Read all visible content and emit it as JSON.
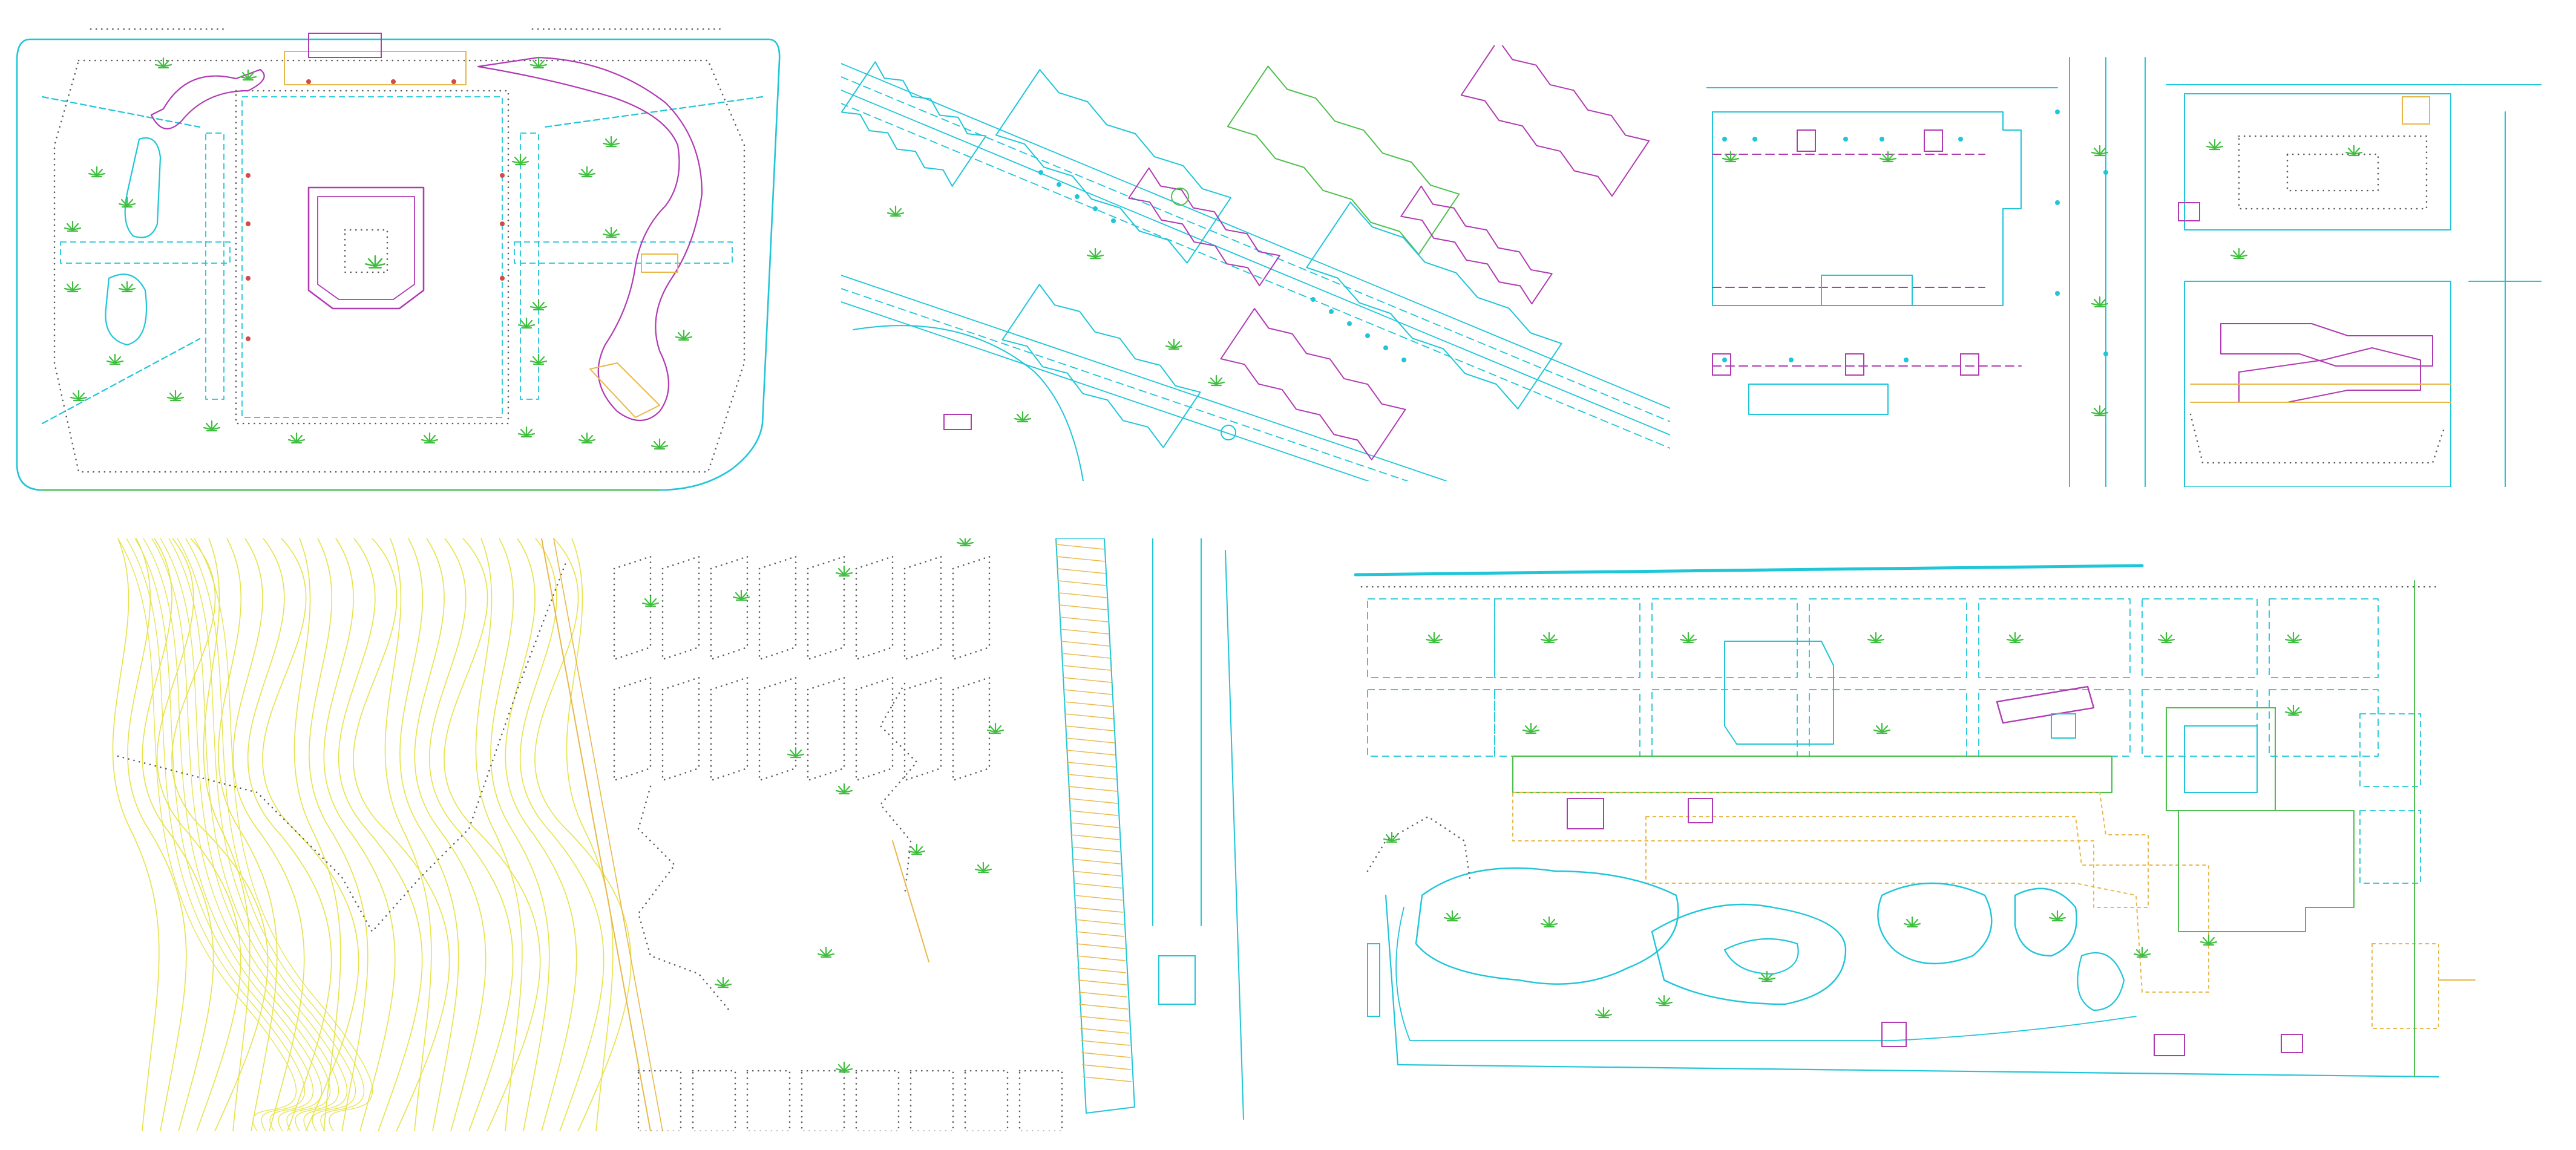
{
  "figure": {
    "panels": [
      {
        "id": "p1",
        "kind": "landscape-site-plan-with-central-pavilion"
      },
      {
        "id": "p2",
        "kind": "diagonal-residential-blocks"
      },
      {
        "id": "p3",
        "kind": "orthogonal-buildings-and-street"
      },
      {
        "id": "p4",
        "kind": "contour-terrain-and-terraced-housing"
      },
      {
        "id": "p5",
        "kind": "park-with-ponds-and-buildings"
      }
    ]
  },
  "colors": {
    "cyan": "#1fc6d8",
    "green": "#4fc04f",
    "magenta": "#b13ab3",
    "orange": "#e8b84a",
    "yellow": "#e6e24a",
    "dots": "#5a5a5a",
    "red": "#d24a4a",
    "plant": "#3fbf3f"
  },
  "icons": {
    "tree": "tree-symbol-icon"
  }
}
